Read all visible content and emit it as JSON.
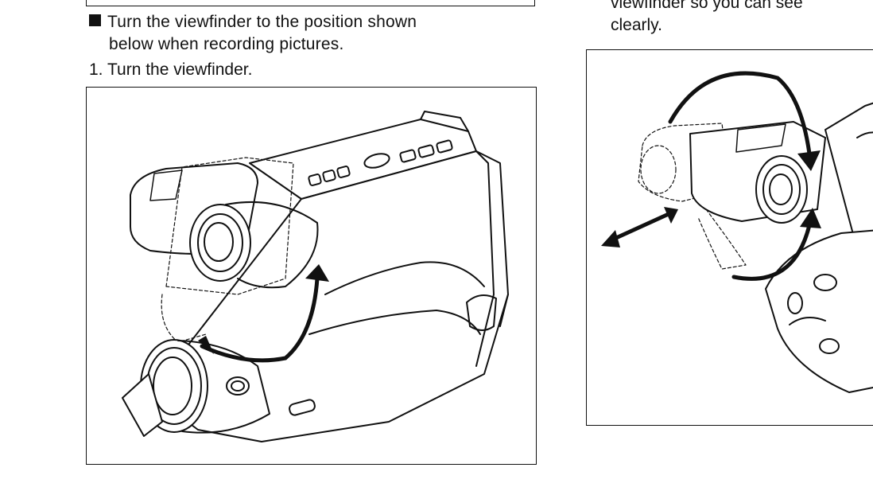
{
  "left_column": {
    "bullet_line1": "Turn the viewfinder to the position shown",
    "bullet_line2": "below when recording pictures.",
    "step1": "1. Turn the viewfinder."
  },
  "right_column": {
    "line1": "viewfinder so you can see",
    "line2": "clearly."
  },
  "figures": {
    "left_icon": "camcorder-with-rotate-arrow-illustration",
    "right_icon": "viewfinder-adjust-arrows-illustration"
  }
}
